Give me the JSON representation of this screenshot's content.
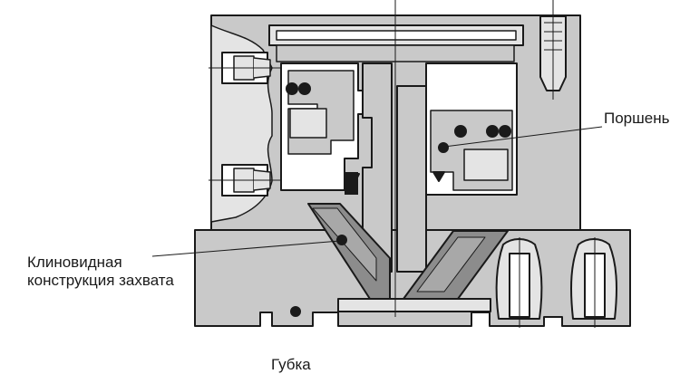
{
  "labels": {
    "piston": "Поршень",
    "wedge_line1": "Клиновидная",
    "wedge_line2": "конструкция захвата",
    "jaw": "Губка"
  },
  "colors": {
    "body_fill": "#c9c9c9",
    "light_fill": "#e4e4e4",
    "wedge_fill": "#8c8c8c",
    "outline": "#1a1a1a",
    "white": "#ffffff"
  }
}
